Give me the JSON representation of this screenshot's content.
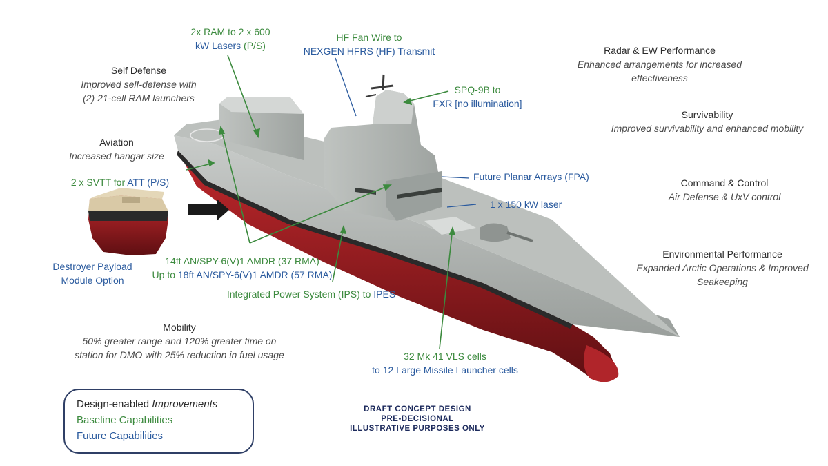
{
  "labels": {
    "ram_lasers": {
      "l1": "2x RAM to 2 x 600",
      "l2a": "kW Lasers",
      "l2b": " (P/S)"
    },
    "hf_fan": {
      "l1": "HF Fan Wire to",
      "l2": "NEXGEN HFRS (HF) Transmit"
    },
    "self_defense": {
      "title": "Self Defense",
      "l1": "Improved self-defense with",
      "l2": "(2) 21-cell RAM launchers"
    },
    "spq9b": {
      "l1": "SPQ-9B to",
      "l2": "FXR [no illumination]"
    },
    "aviation": {
      "title": "Aviation",
      "desc": "Increased hangar size"
    },
    "svtt": {
      "a": "2 x SVTT for ",
      "b": "ATT (P/S)"
    },
    "fpa": "Future Planar Arrays (FPA)",
    "laser150": "1 x 150 kW laser",
    "payload_module": {
      "l1": "Destroyer Payload",
      "l2": "Module Option"
    },
    "spy6": {
      "l1": "14ft AN/SPY-6(V)1 AMDR (37 RMA)",
      "l2a": "Up to ",
      "l2b": "18ft AN/SPY-6(V)1 AMDR (57 RMA)"
    },
    "ips": {
      "a": "Integrated Power System (IPS) to ",
      "b": "IPES"
    },
    "vls": {
      "l1": "32 Mk 41 VLS cells",
      "l2": "to 12 Large Missile Launcher cells"
    },
    "mobility": {
      "title": "Mobility",
      "l1": "50% greater range and 120% greater time on",
      "l2": "station for DMO with 25% reduction in fuel usage"
    },
    "radar_ew": {
      "title": "Radar & EW Performance",
      "l1": "Enhanced arrangements for increased",
      "l2": "effectiveness"
    },
    "survivability": {
      "title": "Survivability",
      "desc": "Improved survivability and enhanced mobility"
    },
    "command": {
      "title": "Command & Control",
      "desc": "Air Defense & UxV control"
    },
    "environmental": {
      "title": "Environmental Performance",
      "l1": "Expanded Arctic Operations & Improved",
      "l2": "Seakeeping"
    }
  },
  "legend": {
    "design_a": "Design-enabled ",
    "design_b": "Improvements",
    "baseline": "Baseline Capabilities",
    "future": "Future Capabilities"
  },
  "draft": {
    "l1": "DRAFT CONCEPT DESIGN",
    "l2": "PRE-DECISIONAL",
    "l3": "ILLUSTRATIVE PURPOSES ONLY"
  },
  "colors": {
    "baseline": "#3c8a3e",
    "future": "#2a5a9e",
    "design": "#2b2b2b",
    "hull_gray": "#a9aeab",
    "hull_red": "#8c1a1e"
  }
}
